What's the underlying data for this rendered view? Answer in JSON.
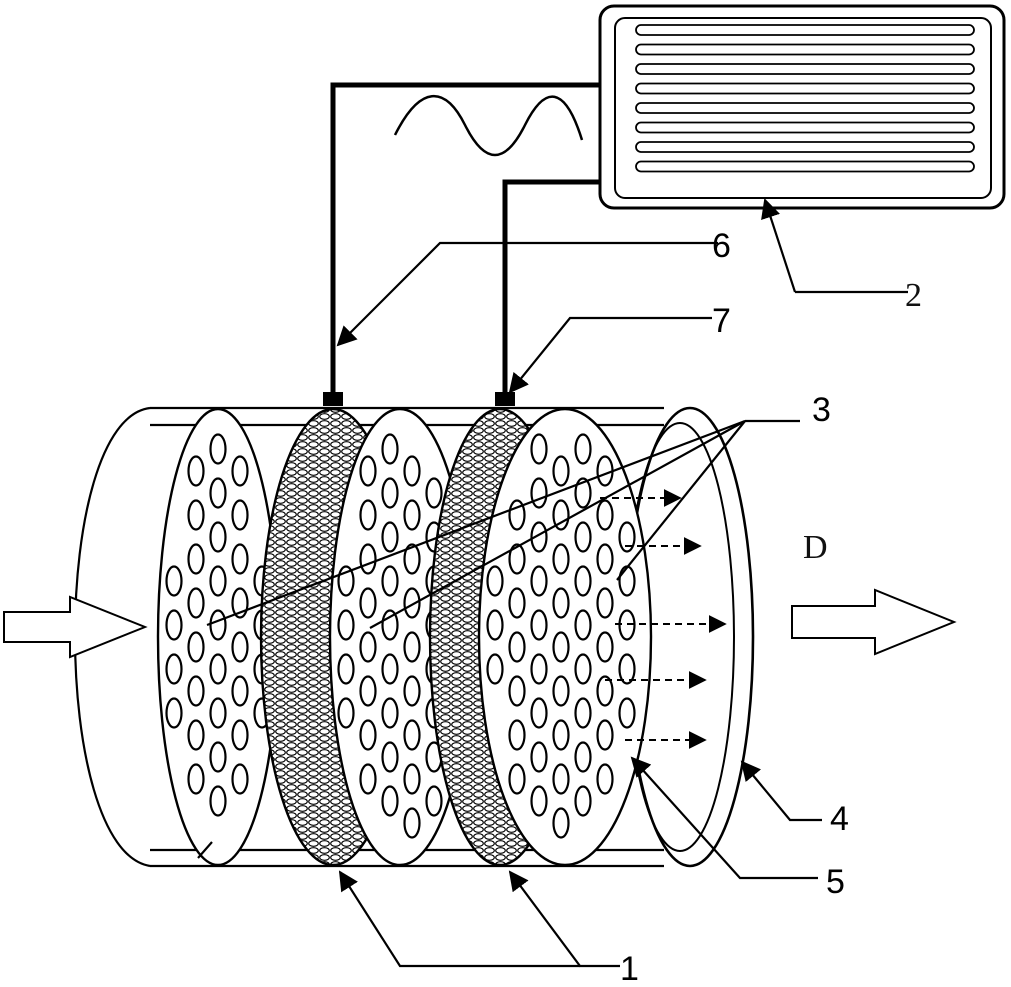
{
  "labels": {
    "l1": "1",
    "l2": "2",
    "l3": "3",
    "l4": "4",
    "l5": "5",
    "l6": "6",
    "l7": "7",
    "flow": "D"
  }
}
